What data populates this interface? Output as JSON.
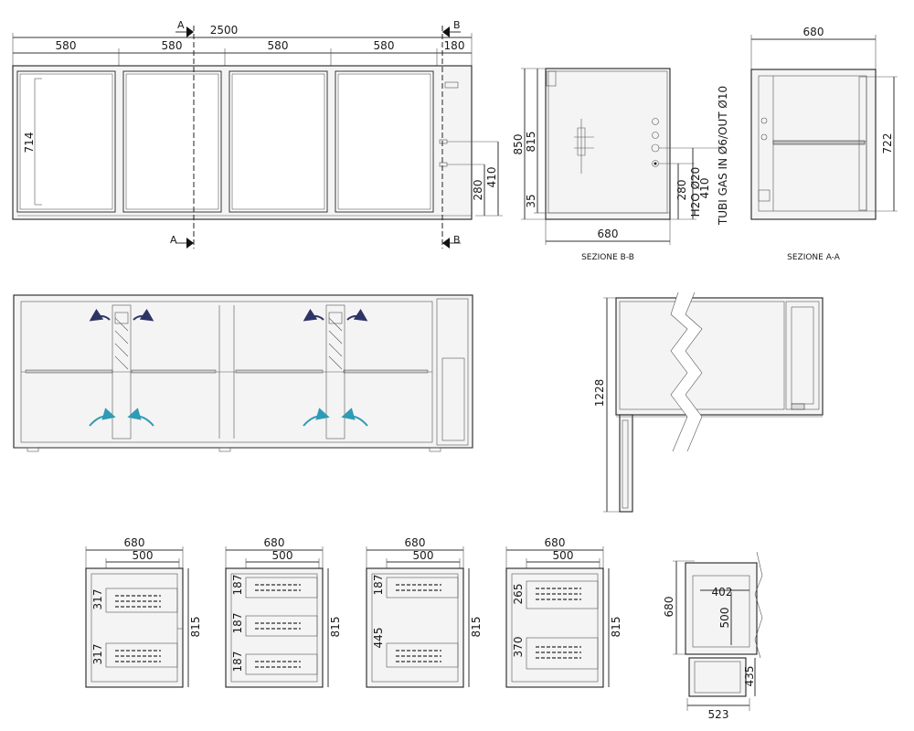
{
  "colors": {
    "line": "#222222",
    "flow_cold": "#2f9bb5",
    "flow_warm": "#2d3566",
    "frame": "#f4f4f4"
  },
  "front": {
    "total_width": "2500",
    "modules": [
      "580",
      "580",
      "580",
      "580"
    ],
    "side": "180",
    "door_height": "714",
    "h_280": "280",
    "h_410": "410",
    "section_a": "A",
    "section_b": "B"
  },
  "section_bb": {
    "caption": "SEZIONE B-B",
    "h_850": "850",
    "h_815": "815",
    "h_35": "35",
    "h_280": "280",
    "h_410": "410",
    "depth": "680",
    "h2o": "H2O Ø20",
    "gas": "TUBI GAS IN Ø6/OUT Ø10"
  },
  "section_aa": {
    "caption": "SEZIONE A-A",
    "depth": "680",
    "height": "722"
  },
  "side_view": {
    "height": "1228"
  },
  "drawer_variants": [
    {
      "outer": "680",
      "inner": "500",
      "height": "815",
      "slots": [
        "317",
        "317"
      ]
    },
    {
      "outer": "680",
      "inner": "500",
      "height": "815",
      "slots": [
        "187",
        "187",
        "187"
      ]
    },
    {
      "outer": "680",
      "inner": "500",
      "height": "815",
      "slots": [
        "187",
        "445"
      ]
    },
    {
      "outer": "680",
      "inner": "500",
      "height": "815",
      "slots": [
        "265",
        "370"
      ]
    }
  ],
  "drawer_detail": {
    "depth": "680",
    "inner_w": "402",
    "inner_d": "500",
    "height": "435",
    "width": "523"
  }
}
